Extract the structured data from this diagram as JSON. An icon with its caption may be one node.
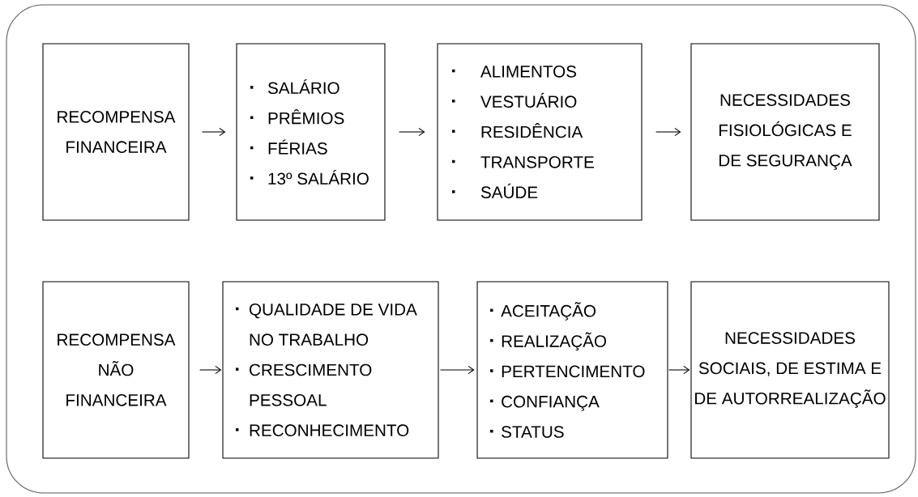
{
  "diagram": {
    "nodes": [
      {
        "text": [
          "RECOMPENSA FINANCEIRA"
        ]
      },
      {
        "text": [
          "SALÁRIO",
          "PRÊMIOS",
          "FÉRIAS",
          "13º SALÁRIO"
        ]
      },
      {
        "text": [
          "ALIMENTOS",
          "VESTUÁRIO",
          "RESIDÊNCIA",
          "TRANSPORTE",
          "SAÚDE"
        ]
      },
      {
        "text": [
          "NECESSIDADES FISIOLÓGICAS E DE SEGURANÇA"
        ]
      },
      {
        "text": [
          "RECOMPENSA NÃO FINANCEIRA"
        ]
      },
      {
        "text": [
          "QUALIDADE DE VIDA NO TRABALHO",
          "CRESCIMENTO PESSOAL",
          "RECONHECIMENTO"
        ]
      },
      {
        "text": [
          "ACEITAÇÃO",
          "REALIZAÇÃO",
          "PERTENCIMENTO",
          "CONFIANÇA",
          "STATUS"
        ]
      },
      {
        "text": [
          "NECESSIDADES SOCIAIS, DE ESTIMA E DE AUTORREALIZAÇÃO"
        ]
      }
    ],
    "edges": [
      {
        "from": 0,
        "to": 1,
        "arrow": "to"
      },
      {
        "from": 1,
        "to": 2,
        "arrow": "to"
      },
      {
        "from": 2,
        "to": 3,
        "arrow": "to"
      },
      {
        "from": 4,
        "to": 5,
        "arrow": "to"
      },
      {
        "from": 5,
        "to": 6,
        "arrow": "to"
      },
      {
        "from": 6,
        "to": 7,
        "arrow": "to"
      }
    ]
  }
}
